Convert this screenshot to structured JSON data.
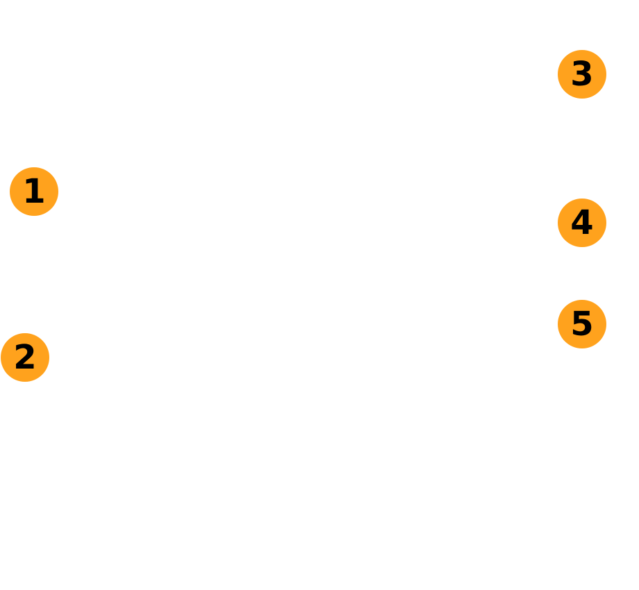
{
  "marker_color": "#FFA21D",
  "text_color": "#000000",
  "markers": [
    {
      "label": "1"
    },
    {
      "label": "2"
    },
    {
      "label": "3"
    },
    {
      "label": "4"
    },
    {
      "label": "5"
    }
  ]
}
